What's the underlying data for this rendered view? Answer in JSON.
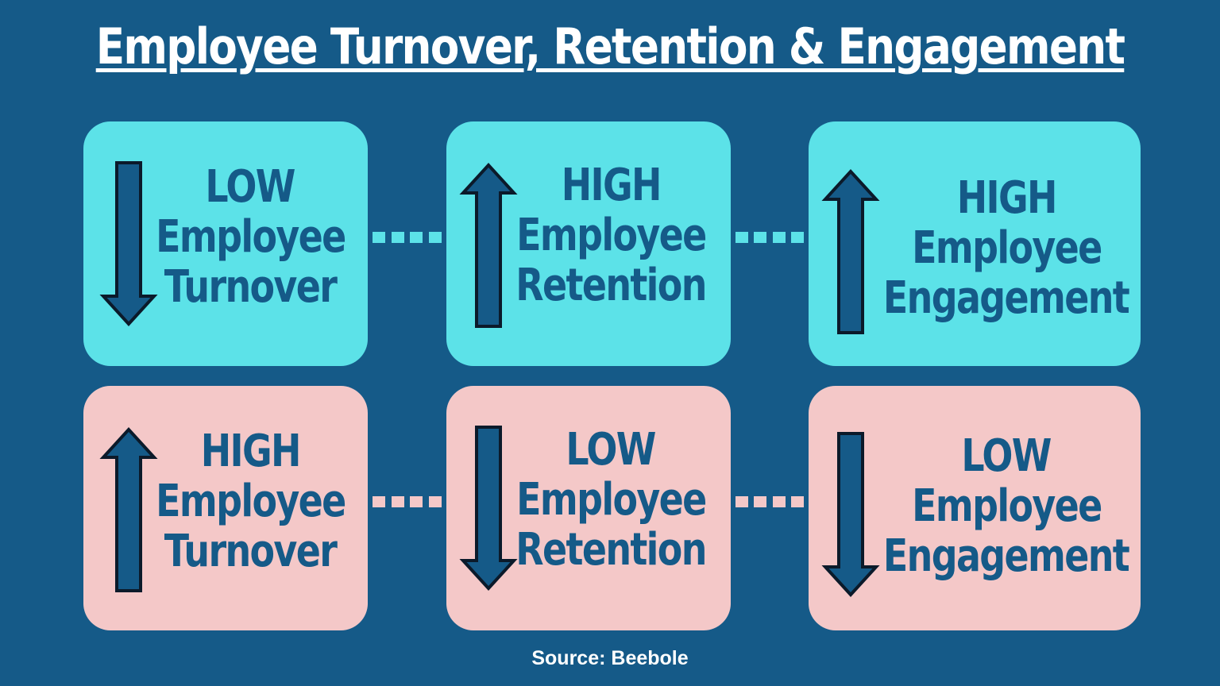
{
  "title": "Employee Turnover, Retention & Engagement",
  "colors": {
    "background": "#155a88",
    "top_card": "#5ce2e8",
    "bottom_card": "#f4c8c8",
    "text": "#155a88",
    "arrow_fill": "#155a88",
    "arrow_stroke": "#0b1a2a"
  },
  "rows": [
    {
      "name": "top",
      "cards": [
        {
          "level": "LOW",
          "line2": "Employee",
          "line3": "Turnover",
          "arrow": "down-arrow-icon"
        },
        {
          "level": "HIGH",
          "line2": "Employee",
          "line3": "Retention",
          "arrow": "up-arrow-icon"
        },
        {
          "level": "HIGH",
          "line2": "Employee",
          "line3": "Engagement",
          "arrow": "up-arrow-icon"
        }
      ]
    },
    {
      "name": "bottom",
      "cards": [
        {
          "level": "HIGH",
          "line2": "Employee",
          "line3": "Turnover",
          "arrow": "up-arrow-icon"
        },
        {
          "level": "LOW",
          "line2": "Employee",
          "line3": "Retention",
          "arrow": "down-arrow-icon"
        },
        {
          "level": "LOW",
          "line2": "Employee",
          "line3": "Engagement",
          "arrow": "down-arrow-icon"
        }
      ]
    }
  ],
  "source": "Source: Beebole"
}
